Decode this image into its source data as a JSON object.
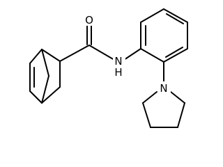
{
  "atom_labels": {
    "carbonyl_oxygen": "O",
    "amide_nitrogen": "N",
    "amide_hydrogen": "H",
    "pyrrolidine_nitrogen": "N"
  },
  "colors": {
    "background": "#ffffff",
    "bonds": "#000000",
    "labels": "#000000"
  }
}
